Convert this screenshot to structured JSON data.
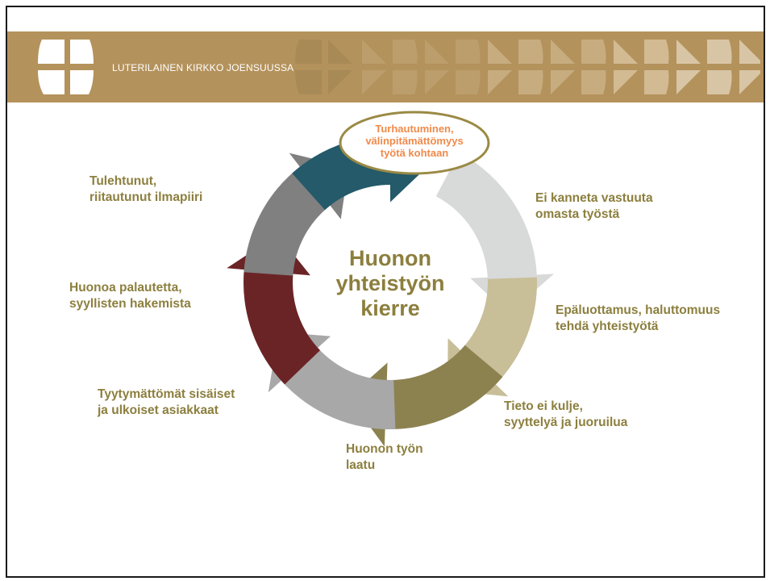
{
  "header": {
    "title": "LUTERILAINEN KIRKKO JOENSUUSSA",
    "banner_color": "#b4925c"
  },
  "diagram": {
    "center_lines": [
      "Huonon",
      "yhteistyön",
      "kierre"
    ],
    "highlight_lines": [
      "Turhautuminen,",
      "välinpitämättömyys",
      "työtä kohtaan"
    ],
    "text_color": "#8c7f3e",
    "highlight_color": "#f08a4b",
    "cycle_steps": [
      {
        "lines": [
          "Ei kanneta vastuuta",
          "omasta työstä"
        ],
        "color": "#d8d9d9"
      },
      {
        "lines": [
          "Epäluottamus, haluttomuus",
          "tehdä yhteistyötä"
        ],
        "color": "#c8be98"
      },
      {
        "lines": [
          "Tieto ei kulje,",
          "syyttelyä ja juoruilua"
        ],
        "color": "#8c8250"
      },
      {
        "lines": [
          "Huonon työn",
          "laatu"
        ],
        "color": "#a8a8a8"
      },
      {
        "lines": [
          "Tyytymättömät sisäiset",
          "ja ulkoiset asiakkaat"
        ],
        "color": "#6b2426"
      },
      {
        "lines": [
          "Huonoa palautetta,",
          "syyllisten hakemista"
        ],
        "color": "#808080"
      },
      {
        "lines": [
          "Tulehtunut,",
          "riitautunut ilmapiiri"
        ],
        "color": "#245a6a"
      }
    ]
  }
}
